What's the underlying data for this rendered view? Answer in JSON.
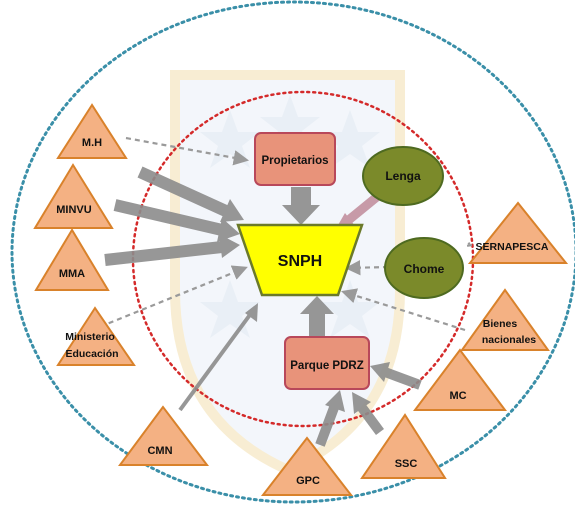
{
  "center": {
    "label": "SNPH"
  },
  "boxes": {
    "propietarios": "Propietarios",
    "parque": "Parque PDRZ"
  },
  "ovals": {
    "lenga": "Lenga",
    "chome": "Chome"
  },
  "actors": {
    "mh": "M.H",
    "minvu": "MINVU",
    "mma": "MMA",
    "min_edu_line1": "Ministerio",
    "min_edu_line2": "Educación",
    "cmn": "CMN",
    "gpc": "GPC",
    "ssc": "SSC",
    "mc": "MC",
    "bienes_line1": "Bienes",
    "bienes_line2": "nacionales",
    "sernapesca": "SERNAPESCA"
  },
  "colors": {
    "outer_ring": "#3a8fa8",
    "inner_ring": "#d42a2a",
    "center_fill": "#ffff00",
    "box_fill": "#e8937a",
    "box_stroke": "#b8485a",
    "oval_fill": "#7b8a2a",
    "oval_stroke": "#4e6a20",
    "triangle_fill": "#f4b183",
    "triangle_stroke": "#d9822b",
    "arrow": "#8c8c8c",
    "pink_arrow": "#c79aa8",
    "watermark": "#e8eef7"
  }
}
